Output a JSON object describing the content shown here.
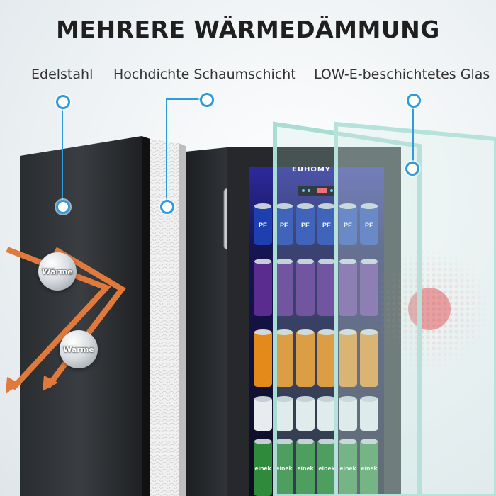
{
  "title": "MEHRERE WÄRMEDÄMMUNG",
  "labels": {
    "steel": "Edelstahl",
    "foam": "Hochdichte Schaumschicht",
    "glass": "LOW-E-beschichtetes Glas"
  },
  "brand": "EUHOMY",
  "heat_bubbles": [
    "Wärme",
    "Wärme"
  ],
  "can_labels": {
    "pepsi": "PE",
    "heineken": "einek"
  },
  "colors": {
    "accent": "#2d9bdc",
    "arrow": "#e07a3c",
    "heat": "#e3262b"
  }
}
